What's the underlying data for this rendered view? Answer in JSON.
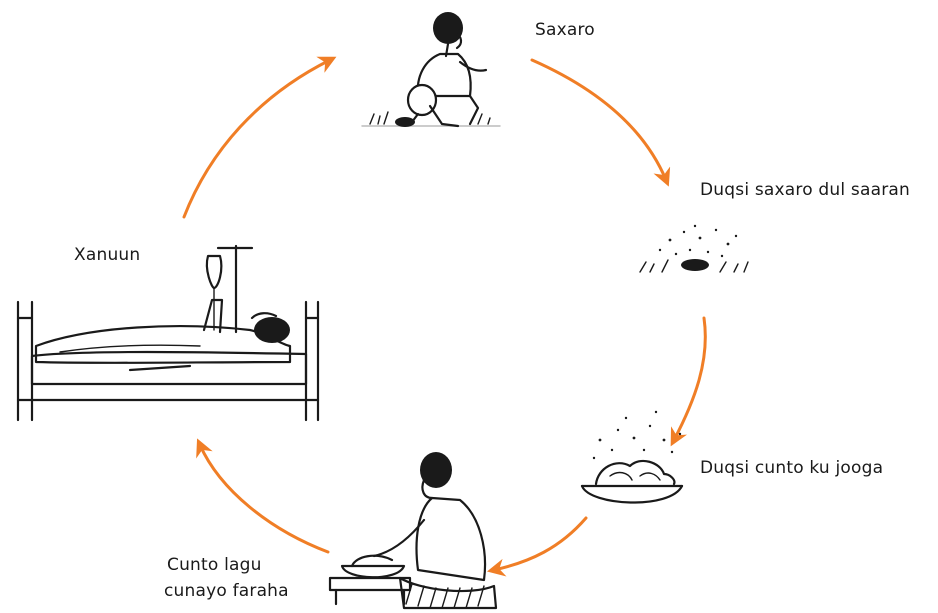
{
  "colors": {
    "arrow": "#F07E26",
    "ink": "#1a1a1a"
  },
  "stages": {
    "saxaro": "Saxaro",
    "duqsi_saxaro": "Duqsi saxaro dul saaran",
    "duqsi_cunto": "Duqsi cunto ku jooga",
    "cunto_lagu": "Cunto lagu",
    "cunayo_faraha": "cunayo faraha",
    "xanuun": "Xanuun"
  }
}
